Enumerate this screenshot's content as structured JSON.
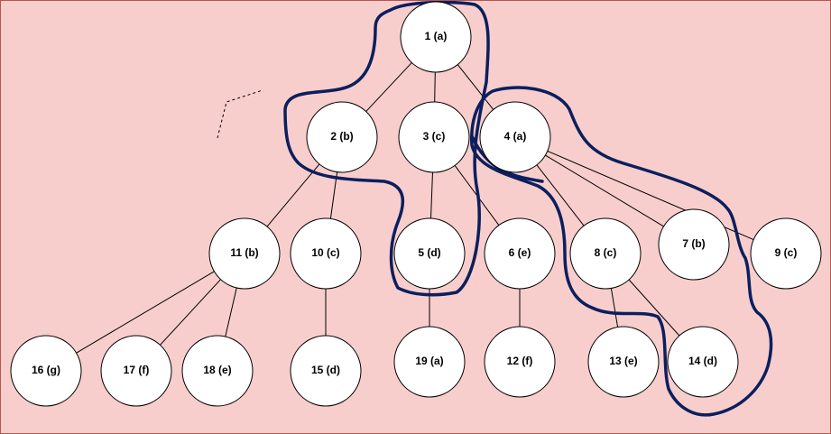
{
  "nodes": [
    {
      "id": 1,
      "label": "1 (a)"
    },
    {
      "id": 2,
      "label": "2 (b)"
    },
    {
      "id": 3,
      "label": "3 (c)"
    },
    {
      "id": 4,
      "label": "4 (a)"
    },
    {
      "id": 11,
      "label": "11 (b)"
    },
    {
      "id": 10,
      "label": "10 (c)"
    },
    {
      "id": 5,
      "label": "5 (d)"
    },
    {
      "id": 6,
      "label": "6 (e)"
    },
    {
      "id": 8,
      "label": "8 (c)"
    },
    {
      "id": 7,
      "label": "7 (b)"
    },
    {
      "id": 9,
      "label": "9 (c)"
    },
    {
      "id": 16,
      "label": "16 (g)"
    },
    {
      "id": 17,
      "label": "17 (f)"
    },
    {
      "id": 18,
      "label": "18 (e)"
    },
    {
      "id": 15,
      "label": "15 (d)"
    },
    {
      "id": 19,
      "label": "19 (a)"
    },
    {
      "id": 12,
      "label": "12 (f)"
    },
    {
      "id": 13,
      "label": "13 (e)"
    },
    {
      "id": 14,
      "label": "14 (d)"
    }
  ],
  "edges": [
    [
      1,
      2
    ],
    [
      1,
      3
    ],
    [
      1,
      4
    ],
    [
      2,
      11
    ],
    [
      2,
      10
    ],
    [
      3,
      5
    ],
    [
      3,
      6
    ],
    [
      4,
      8
    ],
    [
      4,
      7
    ],
    [
      4,
      9
    ],
    [
      11,
      16
    ],
    [
      11,
      17
    ],
    [
      11,
      18
    ],
    [
      10,
      15
    ],
    [
      5,
      19
    ],
    [
      6,
      12
    ],
    [
      8,
      13
    ],
    [
      8,
      14
    ]
  ],
  "colors": {
    "background": "#f8cecc",
    "border": "#b85450",
    "highlight": "#0b1f5e"
  }
}
